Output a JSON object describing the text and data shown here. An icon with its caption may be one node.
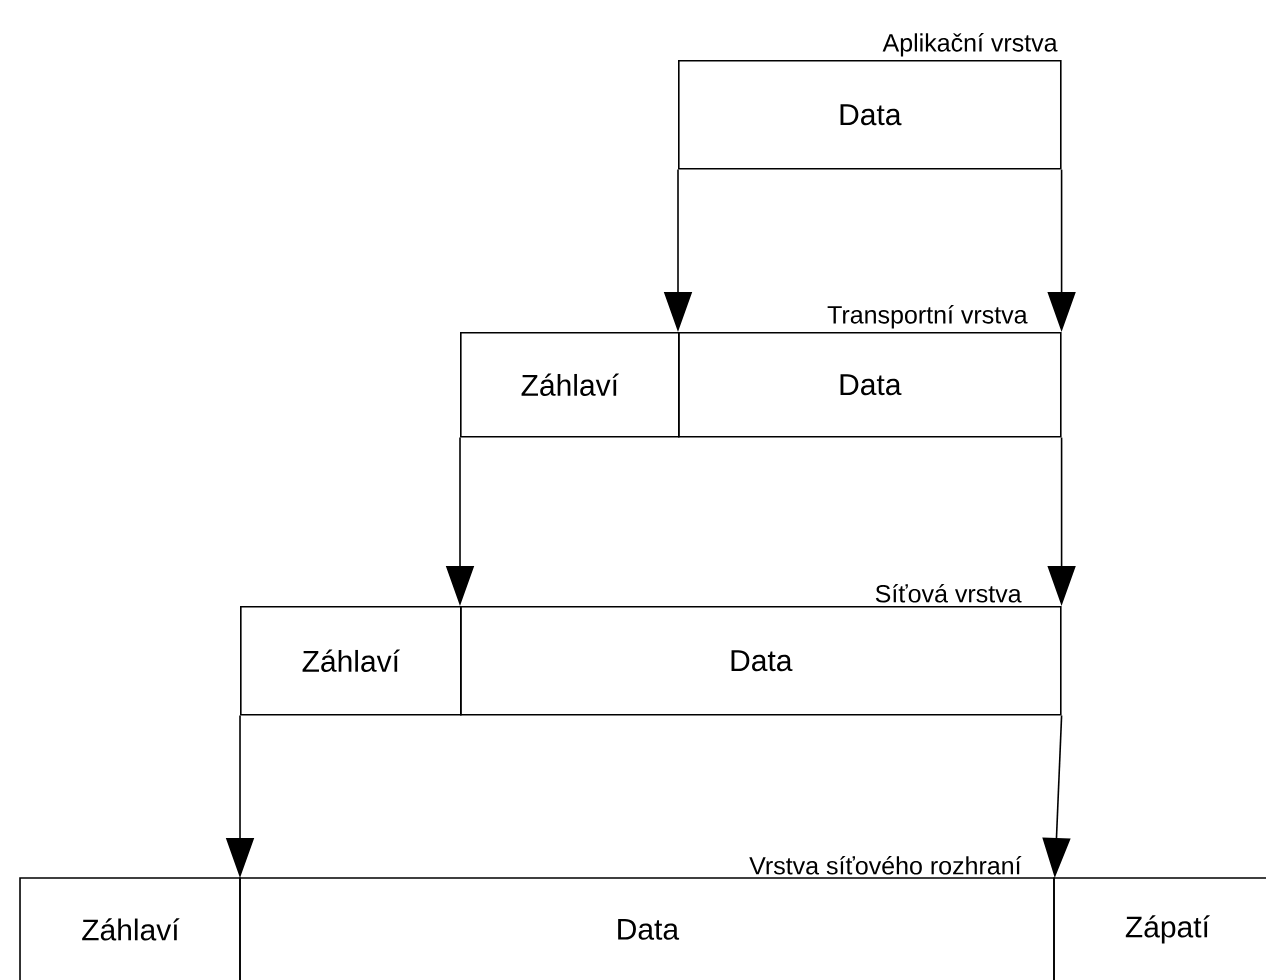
{
  "diagram": {
    "nodes": [
      {
        "text": [
          "Data"
        ],
        "beside": [
          "Aplikační vrstva"
        ]
      },
      {
        "text": [
          "Záhlaví"
        ]
      },
      {
        "text": [
          "Data"
        ],
        "beside": [
          "Transportní vrstva"
        ]
      },
      {
        "text": [
          "Záhlaví"
        ]
      },
      {
        "text": [
          "Data"
        ],
        "beside": [
          "Síťová vrstva"
        ]
      },
      {
        "text": [
          "Záhlaví"
        ]
      },
      {
        "text": [
          "Data"
        ],
        "beside": [
          "Vrstva síťového rozhraní"
        ]
      },
      {
        "text": [
          "Zápatí"
        ]
      }
    ],
    "edges": [
      {
        "from": 0,
        "to": 2,
        "arrow": "to"
      },
      {
        "from": 0,
        "to": 2,
        "arrow": "to"
      },
      {
        "from": 1,
        "to": 4,
        "arrow": "to"
      },
      {
        "from": 2,
        "to": 4,
        "arrow": "to"
      },
      {
        "from": 3,
        "to": 6,
        "arrow": "to"
      },
      {
        "from": 4,
        "to": 6,
        "arrow": "to"
      }
    ]
  }
}
